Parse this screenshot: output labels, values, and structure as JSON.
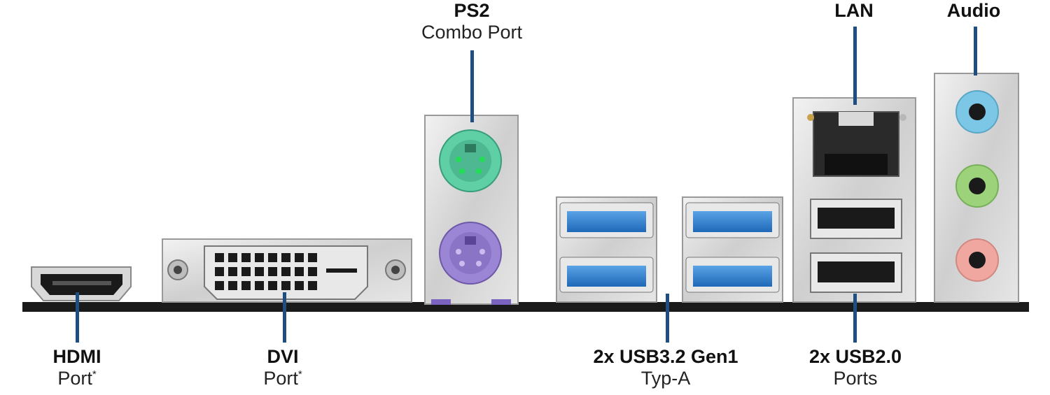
{
  "labels": {
    "ps2": {
      "title": "PS2",
      "sub": "Combo Port"
    },
    "lan": {
      "title": "LAN",
      "sub": ""
    },
    "audio": {
      "title": "Audio",
      "sub": ""
    },
    "hdmi": {
      "title": "HDMI",
      "sub": "Port",
      "mark": "*"
    },
    "dvi": {
      "title": "DVI",
      "sub": "Port",
      "mark": "*"
    },
    "usb3": {
      "title": "2x USB3.2 Gen1",
      "sub": "Typ-A"
    },
    "usb2": {
      "title": "2x USB2.0",
      "sub": "Ports"
    }
  },
  "colors": {
    "callout_line": "#1e4f80",
    "usb3_blue": "#2f7fd0",
    "ps2_mouse": "#5fcfa6",
    "ps2_keyboard": "#9b86d6",
    "audio_blue": "#7cc6e6",
    "audio_green": "#9cd27a",
    "audio_pink": "#f0a7a0"
  }
}
